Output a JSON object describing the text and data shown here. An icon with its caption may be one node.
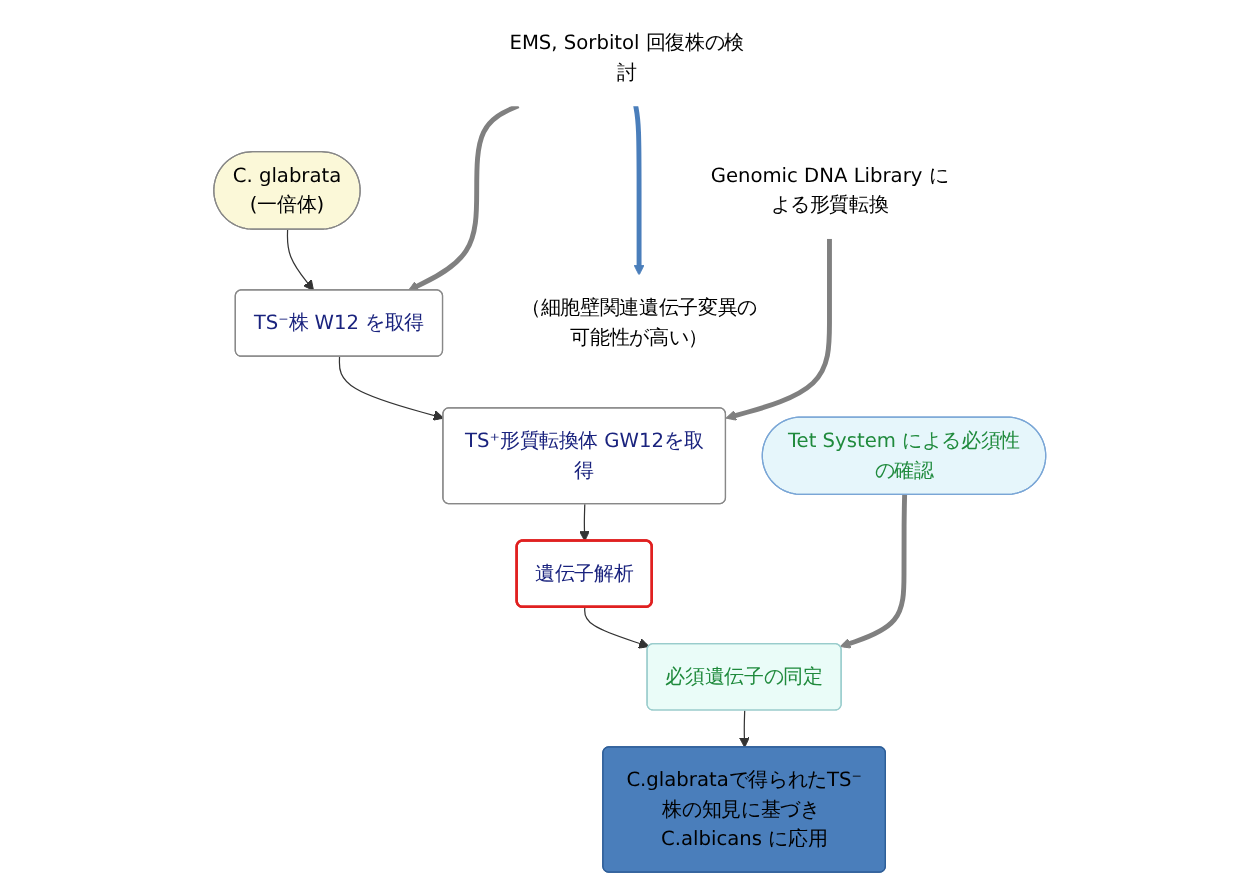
{
  "diagram": {
    "nodes": [
      {
        "text": [
          "C. glabrata",
          "(一倍体)"
        ]
      },
      {
        "text": [
          "TS⁻株 W12 を取得"
        ]
      },
      {
        "text": [
          "EMS, Sorbitol 回復株の検討"
        ]
      },
      {
        "text": [
          "（細胞壁関連遺伝子変異の可能性が高い）"
        ]
      },
      {
        "text": [
          "Genomic DNA Library による形質転換"
        ]
      },
      {
        "text": [
          "TS⁺形質転換体 GW12を取得"
        ]
      },
      {
        "text": [
          "遺伝子解析"
        ]
      },
      {
        "text": [
          "Tet System による必須性の確認"
        ]
      },
      {
        "text": [
          "必須遺伝子の同定"
        ]
      },
      {
        "text": [
          "C.glabrataで得られたTS⁻株の知見に基づき C.albicans に応用"
        ]
      }
    ],
    "edges": [
      {
        "from": 0,
        "to": 1,
        "arrow": "to"
      },
      {
        "from": 2,
        "to": 1,
        "arrow": "to",
        "style": "thick",
        "color": "#808080"
      },
      {
        "from": 2,
        "to": 3,
        "arrow": "to",
        "style": "thick",
        "color": "#4a7ebb"
      },
      {
        "from": 1,
        "to": 5,
        "arrow": "to"
      },
      {
        "from": 4,
        "to": 5,
        "arrow": "to",
        "style": "thick",
        "color": "#808080"
      },
      {
        "from": 5,
        "to": 6,
        "arrow": "to"
      },
      {
        "from": 6,
        "to": 8,
        "arrow": "to"
      },
      {
        "from": 7,
        "to": 8,
        "arrow": "to",
        "style": "thick",
        "color": "#808080"
      },
      {
        "from": 8,
        "to": 9,
        "arrow": "to"
      }
    ]
  }
}
